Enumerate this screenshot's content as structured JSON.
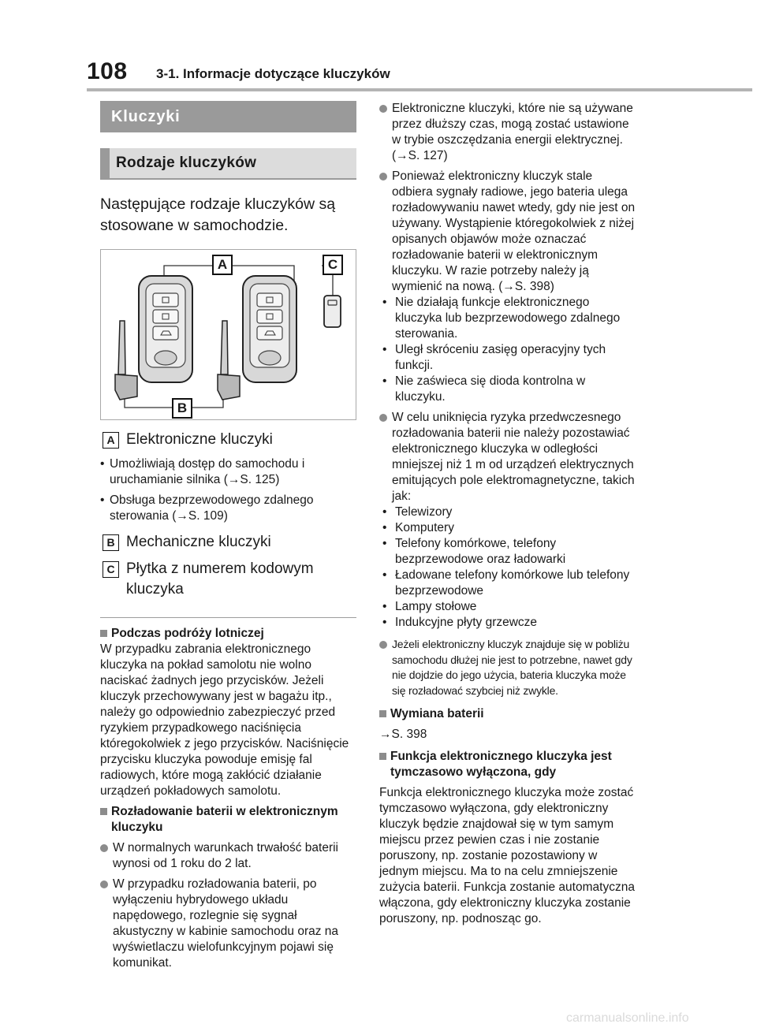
{
  "header": {
    "page_number": "108",
    "title": "3-1. Informacje dotyczące kluczyków"
  },
  "section_title": "Kluczyki",
  "subsection_title": "Rodzaje kluczyków",
  "intro": "Następujące rodzaje kluczyków są stosowane w samochodzie.",
  "figure": {
    "label_a": "A",
    "label_b": "B",
    "label_c": "C"
  },
  "legend": {
    "a_box": "A",
    "a_text": "Elektroniczne kluczyki",
    "a_bullet1": "Umożliwiają dostęp do samochodu i uruchamianie silnika (→S. 125)",
    "a_bullet2": "Obsługa bezprzewodowego zdalnego sterowania (→S. 109)",
    "b_box": "B",
    "b_text": "Mechaniczne kluczyki",
    "c_box": "C",
    "c_text": "Płytka z numerem kodowym kluczyka"
  },
  "left": {
    "travel_heading": "Podczas podróży lotniczej",
    "travel_text": "W przypadku zabrania elektronicznego kluczyka na pokład samolotu nie wolno naciskać żadnych jego przycisków. Jeżeli kluczyk przechowywany jest w bagażu itp., należy go odpowiednio zabezpieczyć przed ryzykiem przypadkowego naciśnięcia któregokolwiek z jego przycisków. Naciśnięcie przycisku kluczyka powoduje emisję fal radiowych, które mogą zakłócić działanie urządzeń pokładowych samolotu.",
    "battery_heading": "Rozładowanie baterii w elektronicznym kluczyku",
    "battery_dot1": "W normalnych warunkach trwałość baterii wynosi od 1 roku do 2 lat.",
    "battery_dot2": "W przypadku rozładowania baterii, po wyłączeniu hybrydowego układu napędowego, rozlegnie się sygnał akustyczny w kabinie samochodu oraz na wyświetlaczu wielofunkcyjnym pojawi się komunikat."
  },
  "right": {
    "dot1": "Elektroniczne kluczyki, które nie są używane przez dłuższy czas, mogą zostać ustawione w trybie oszczędzania energii elektrycznej. (→S. 127)",
    "dot2": "Ponieważ elektroniczny kluczyk stale odbiera sygnały radiowe, jego bateria ulega rozładowywaniu nawet wtedy, gdy nie jest on używany. Wystąpienie któregokolwiek z niżej opisanych objawów może oznaczać rozładowanie baterii w elektronicznym kluczyku. W razie potrzeby należy ją wymienić na nową. (→S. 398)",
    "dot2_bullets": [
      "Nie działają funkcje elektronicznego kluczyka lub bezprzewodowego zdalnego sterowania.",
      "Uległ skróceniu zasięg operacyjny tych funkcji.",
      "Nie zaświeca się dioda kontrolna w kluczyku."
    ],
    "dot3": "W celu uniknięcia ryzyka przedwczesnego rozładowania baterii nie należy pozostawiać elektronicznego kluczyka w odległości mniejszej niż 1 m od urządzeń elektrycznych emitujących pole elektromagnetyczne, takich jak:",
    "dot3_bullets": [
      "Telewizory",
      "Komputery",
      "Telefony komórkowe, telefony bezprzewodowe oraz ładowarki",
      "Ładowane telefony komórkowe lub telefony bezprzewodowe",
      "Lampy stołowe",
      "Indukcyjne płyty grzewcze"
    ],
    "dot4": "Jeżeli elektroniczny kluczyk znajduje się w pobliżu samochodu dłużej nie jest to potrzebne, nawet gdy nie dojdzie do jego użycia, bateria kluczyka może się rozładować szybciej niż zwykle.",
    "replace_heading": "Wymiana baterii",
    "replace_ref": "→S. 398",
    "func_heading": "Funkcja elektronicznego kluczyka jest tymczasowo wyłączona, gdy",
    "func_text": "Funkcja elektronicznego kluczyka może zostać tymczasowo wyłączona, gdy elektroniczny kluczyk będzie znajdował się w tym samym miejscu przez pewien czas i nie zostanie poruszony, np. zostanie pozostawiony w jednym miejscu. Ma to na celu zmniejszenie zużycia baterii. Funkcja zostanie automatyczna włączona, gdy elektroniczny kluczyka zostanie poruszony, np. podnosząc go."
  },
  "watermark": "carmanualsonline.info"
}
